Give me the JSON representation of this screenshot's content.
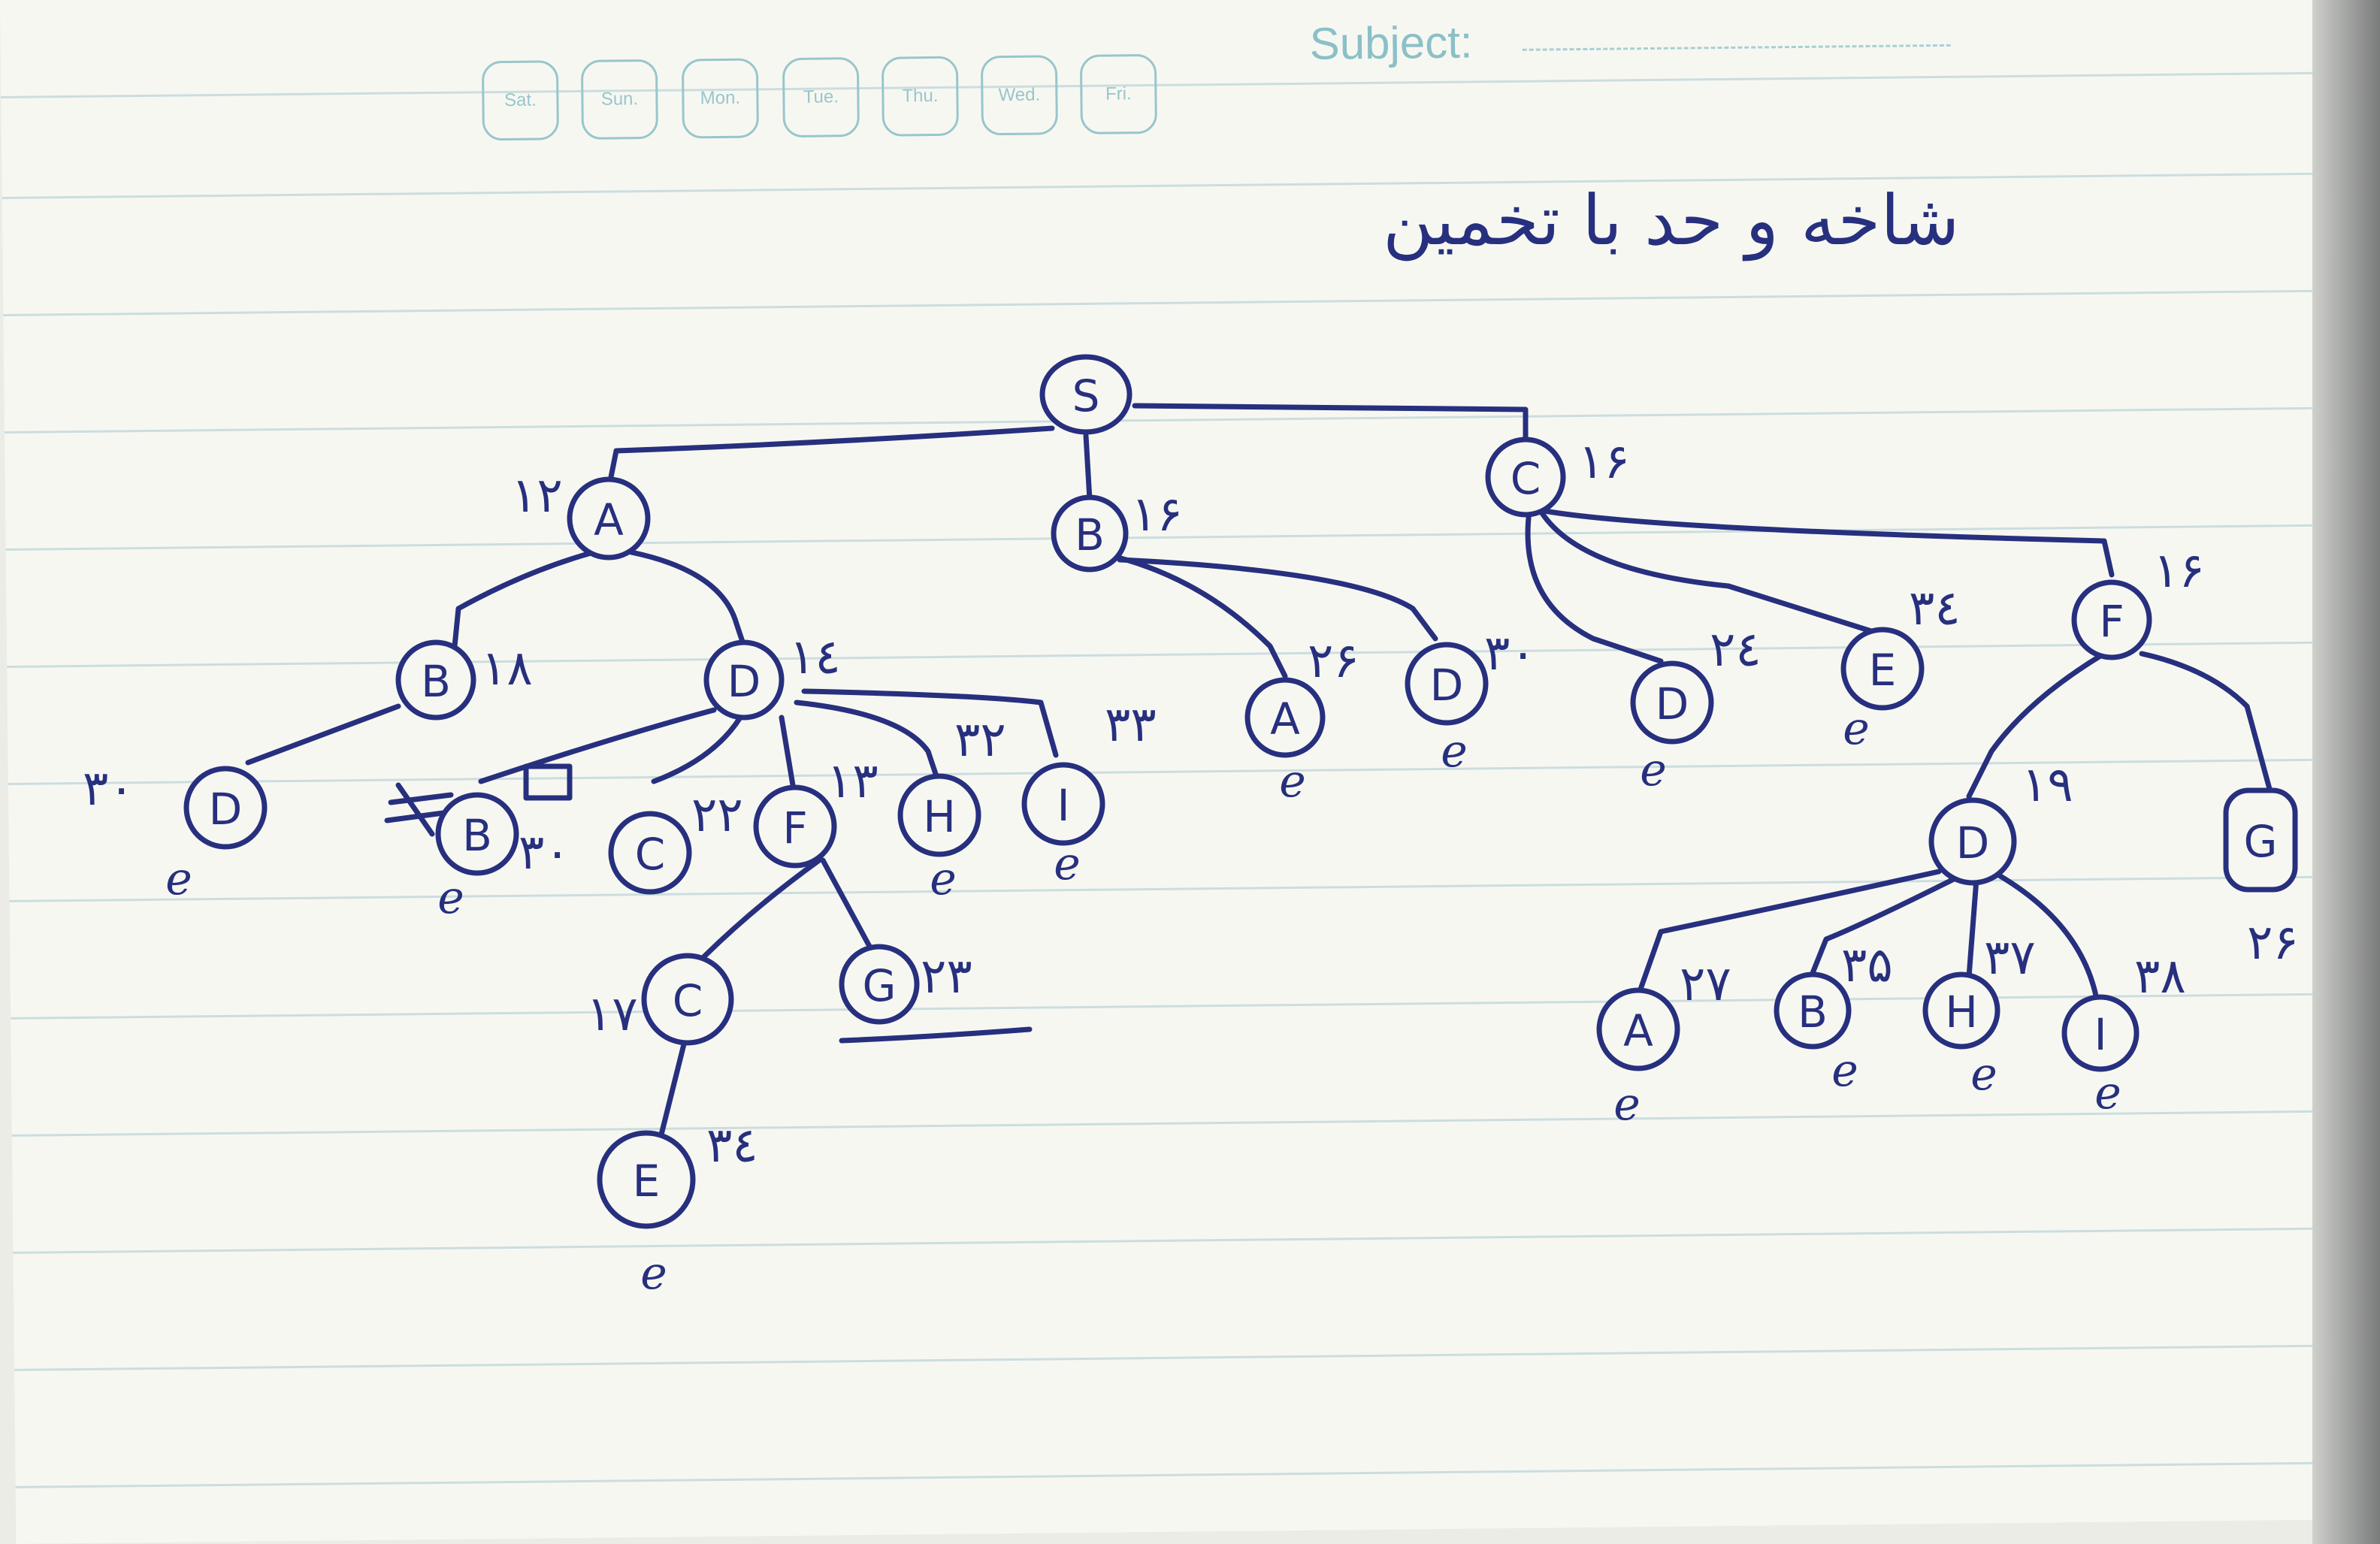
{
  "header": {
    "days": [
      "Sat.",
      "Sun.",
      "Mon.",
      "Tue.",
      "Thu.",
      "Wed.",
      "Fri."
    ],
    "subject_label": "Subject:"
  },
  "title": "شاخه و حد با تخمین",
  "colors": {
    "ink": "#27307e",
    "print": "#98c6cb",
    "paper": "#f7f7f2"
  },
  "tree": {
    "S": "S",
    "S_A": "A",
    "S_A_cost": "۱۲",
    "S_B": "B",
    "S_B_cost": "۱۶",
    "S_C": "C",
    "S_C_cost": "۱۶",
    "A_B": "B",
    "A_B_cost": "۱۸",
    "A_D": "D",
    "A_D_cost": "۱٤",
    "AB_D": "D",
    "AB_D_cost": "۳۰",
    "AD_B": "B",
    "AD_B_cost": "۳۰",
    "AD_C": "C",
    "AD_C_cost": "۲۲",
    "AD_F": "F",
    "AD_F_cost": "۱۳",
    "AD_H": "H",
    "AD_H_cost": "۳۲",
    "AD_I": "I",
    "AD_I_cost": "۳۳",
    "ADF_C": "C",
    "ADF_C_cost": "۱۷",
    "ADF_G": "G",
    "ADF_G_cost": "۲۳",
    "ADFC_E": "E",
    "ADFC_E_cost": "۳٤",
    "B_A": "A",
    "B_A_cost": "۲۶",
    "B_D": "D",
    "B_D_cost": "۳۰",
    "C_D": "D",
    "C_D_cost": "۲٤",
    "C_E": "E",
    "C_E_cost": "۳٤",
    "C_F": "F",
    "C_F_cost": "۱۶",
    "CF_D": "D",
    "CF_D_cost": "۱۹",
    "CF_G": "G",
    "CF_G_cost": "۲۶",
    "CFD_A": "A",
    "CFD_A_cost": "۲۷",
    "CFD_B": "B",
    "CFD_B_cost": "۳۵",
    "CFD_H": "H",
    "CFD_H_cost": "۳۷",
    "CFD_I": "I",
    "CFD_I_cost": "۳۸",
    "dead_end_mark": "e"
  }
}
